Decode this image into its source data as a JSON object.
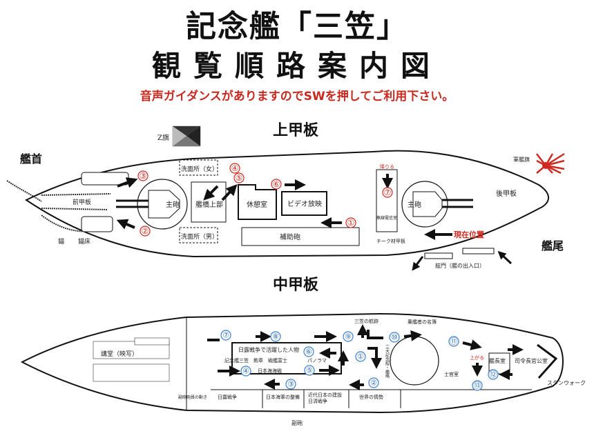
{
  "header": {
    "title_line1": "記念艦「三笠」",
    "title_line2": "観覧順路案内図",
    "notice": "音声ガイダンスがありますのでSWを押してご利用下さい。"
  },
  "colors": {
    "accent_red": "#d0281e",
    "route_blue": "#3a7fd0",
    "ink": "#111111"
  },
  "upper_deck": {
    "title": "上甲板",
    "bow_label": "艦首",
    "stern_label": "艦尾",
    "z_flag_label": "Z旗",
    "ensign_label": "軍艦旗",
    "labels": {
      "forecastle": "前甲板",
      "main_gun_fore": "主砲",
      "main_gun_aft": "主砲",
      "washroom_women": "洗面所（女）",
      "washroom_men": "洗面所（男）",
      "bridge_top": "艦橋上部",
      "rest_room": "休憩室",
      "video_room": "ビデオ放映",
      "secondary_guns": "補助砲",
      "radio_room": "無線電信室",
      "teak_deck": "チーク材甲板",
      "quarterdeck": "後甲板",
      "anchor": "錨",
      "anchor_bed": "錨床",
      "gangway": "舷門（艦の出入口）",
      "go_down": "降りる",
      "current_position": "現在位置"
    },
    "route_numbers": [
      "①",
      "②",
      "③",
      "④",
      "⑤",
      "⑥",
      "⑦"
    ]
  },
  "middle_deck": {
    "title": "中甲板",
    "labels": {
      "lecture_hall": "講堂（映写）",
      "gun_crew": "副砲砲員の動き",
      "notable_persons": "日露戦争で活躍した人物",
      "exhibits_row": "記念艦三笠　勲章　戦艦富士",
      "panorama": "パノラマ",
      "battle_of_japan_sea": "日本海海戦",
      "russo_japanese_war": "日露戦争",
      "navy_buildup": "日本海軍の整備",
      "modern_japan": "近代日本の建設",
      "sino_japanese_war": "日清戦争",
      "world_situation": "世界の情勢",
      "mikasa_track": "三笠の航跡",
      "crew_names": "乗艦者の名簿",
      "admiral_togo": "三大記念館・艦略",
      "officers_room": "士官室",
      "captains_room": "艦長室",
      "commander_room": "司令長官公室",
      "stern_walk": "スタンウォーク",
      "go_up": "上がる",
      "casemate": "副砲"
    },
    "route_numbers": [
      "①",
      "②",
      "③",
      "④",
      "⑤",
      "⑥",
      "⑦",
      "⑧",
      "⑨",
      "⑩",
      "⑪",
      "⑫",
      "⑬"
    ]
  }
}
